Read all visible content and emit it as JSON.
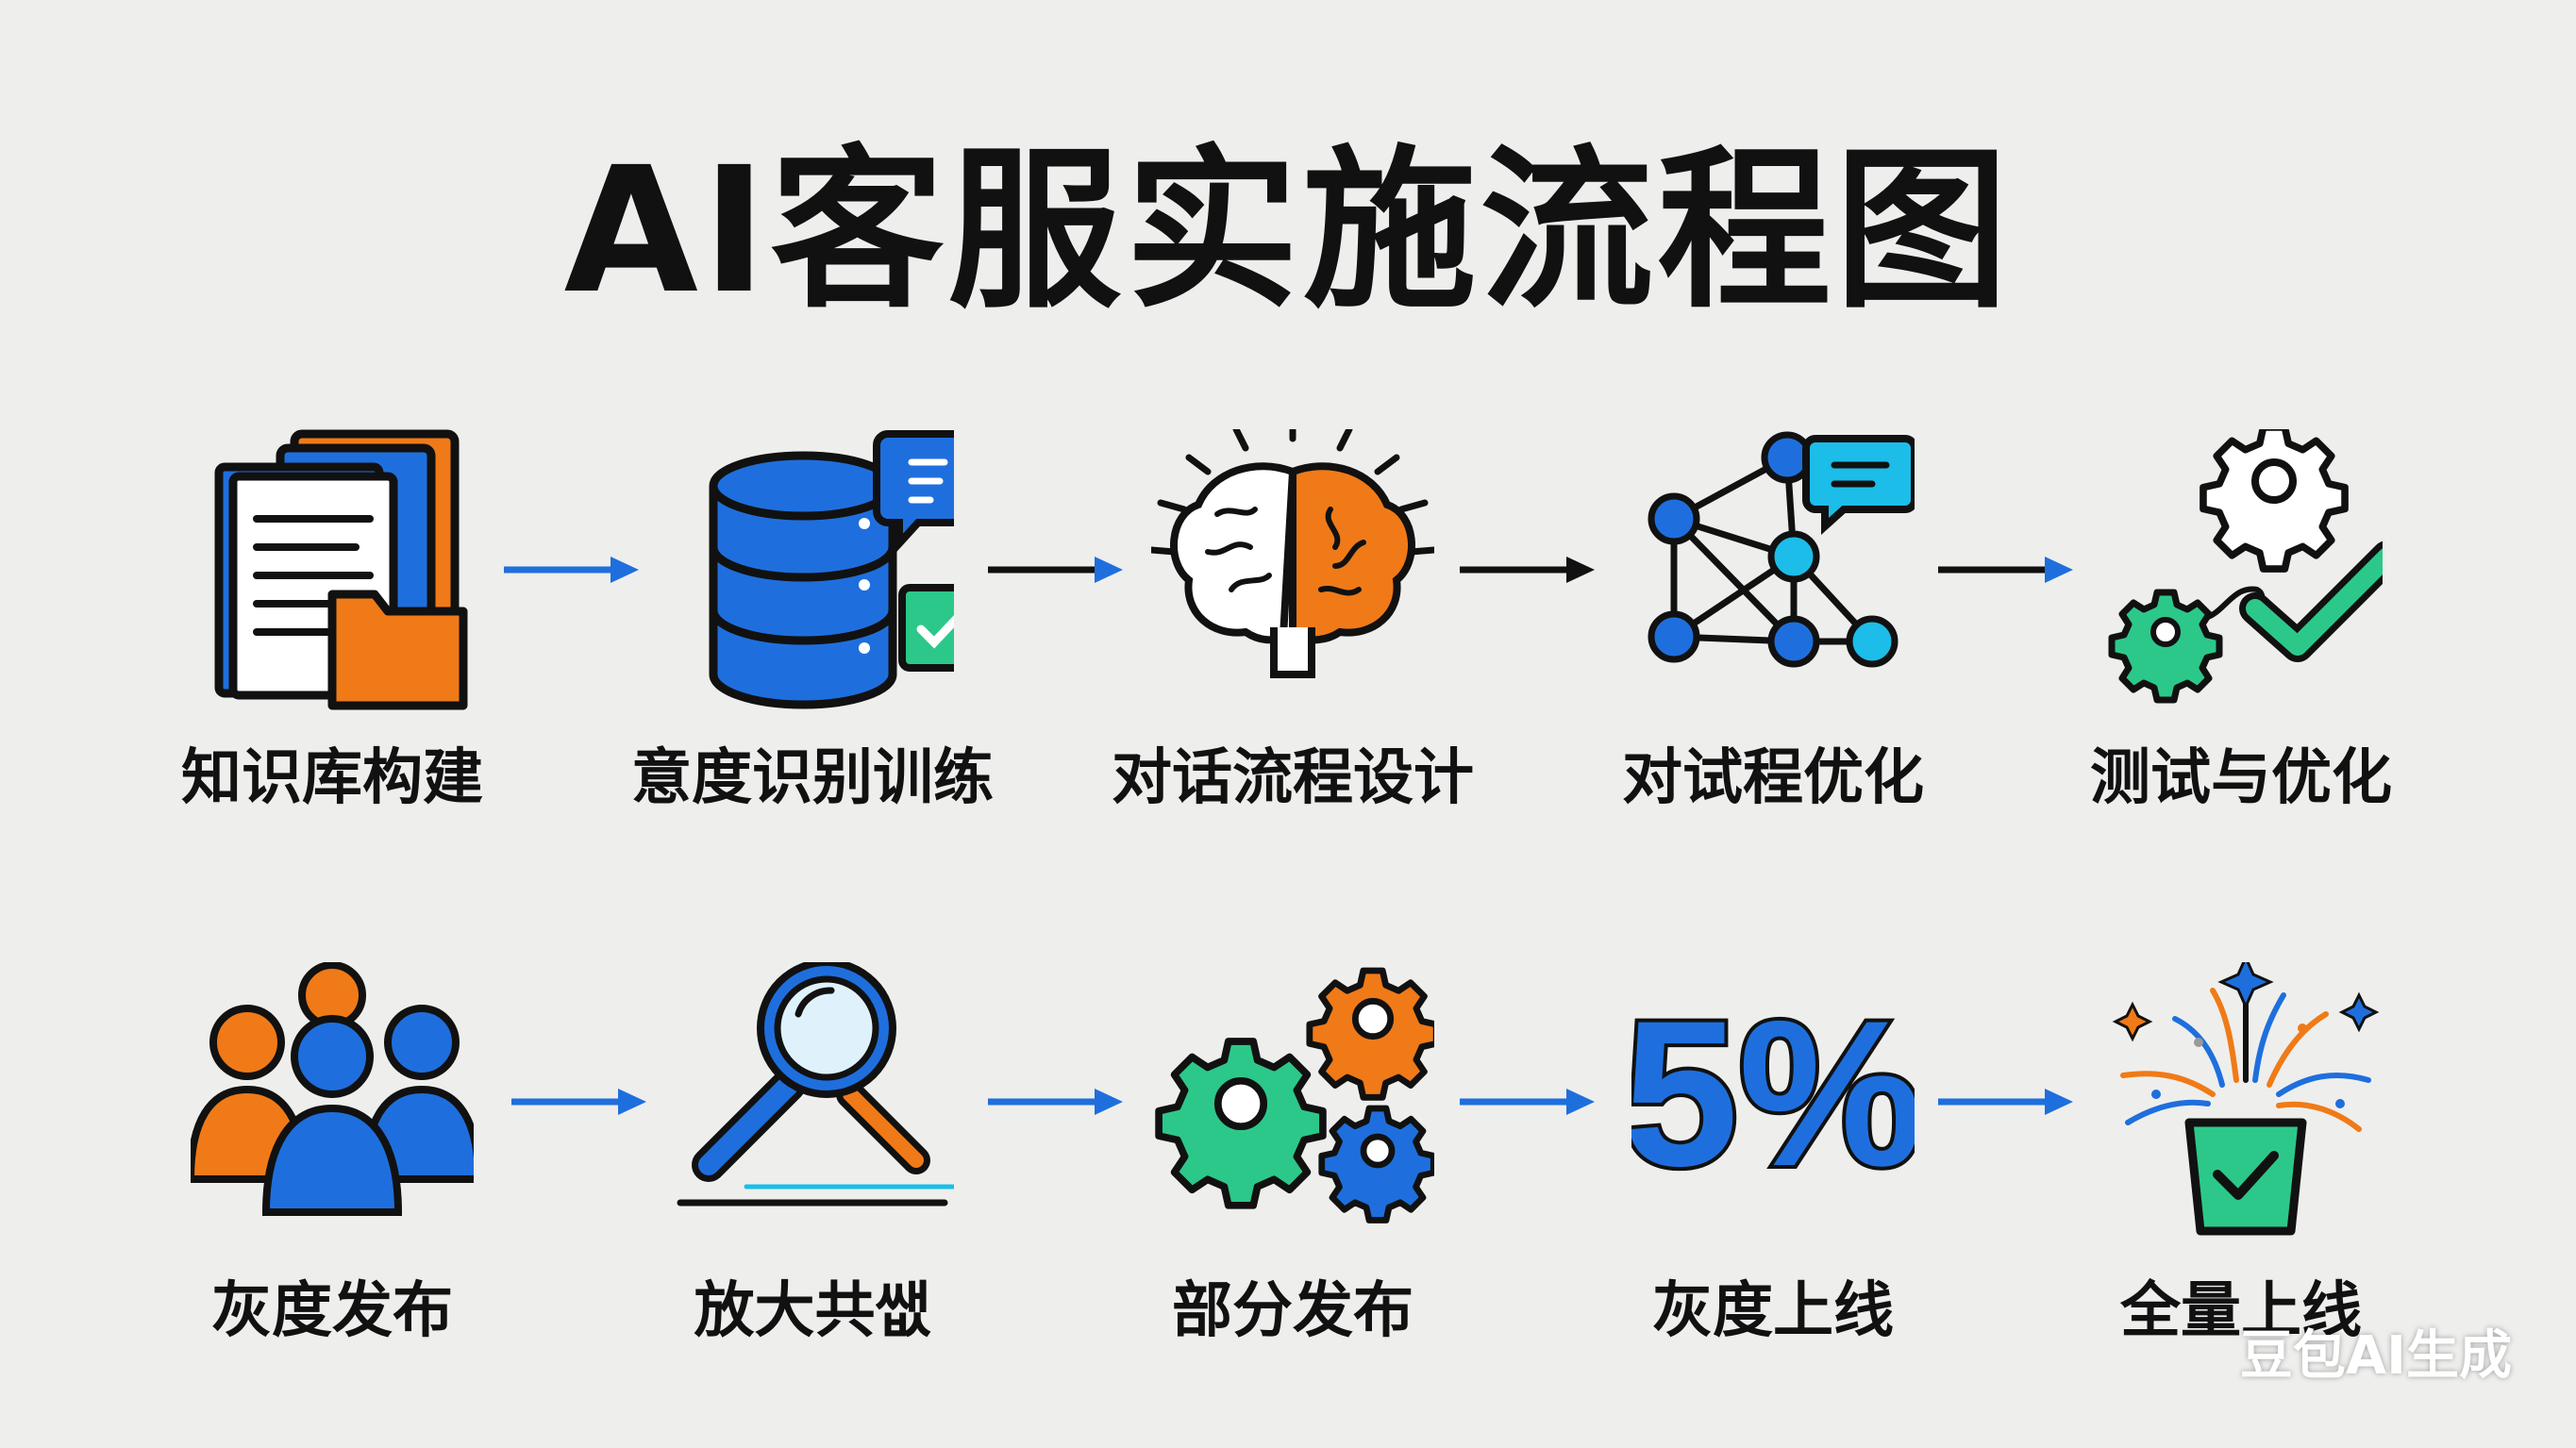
{
  "title": "AI客服实施流程图",
  "watermark": "豆包AI生成",
  "colors": {
    "blue": "#1e6fdd",
    "orange": "#f07a17",
    "green": "#2cc88a",
    "cyan": "#1cbde8",
    "outline": "#111111",
    "background": "#eeeeec"
  },
  "row1": [
    {
      "label": "知识库构建",
      "icon": "documents-folder-icon"
    },
    {
      "label": "意度识别训练",
      "icon": "database-chat-icon"
    },
    {
      "label": "对话流程设计",
      "icon": "brain-icon"
    },
    {
      "label": "对试程优化",
      "icon": "network-chat-icon"
    },
    {
      "label": "测试与优化",
      "icon": "gears-check-icon"
    }
  ],
  "row2": [
    {
      "label": "灰度发布",
      "icon": "user-group-icon"
    },
    {
      "label": "放大共쌦",
      "icon": "magnifier-icon"
    },
    {
      "label": "部分发布",
      "icon": "gears-icon"
    },
    {
      "label": "灰度上线",
      "icon": "percent-icon",
      "icon_text": "5%"
    },
    {
      "label": "全量上线",
      "icon": "celebration-check-icon"
    }
  ]
}
